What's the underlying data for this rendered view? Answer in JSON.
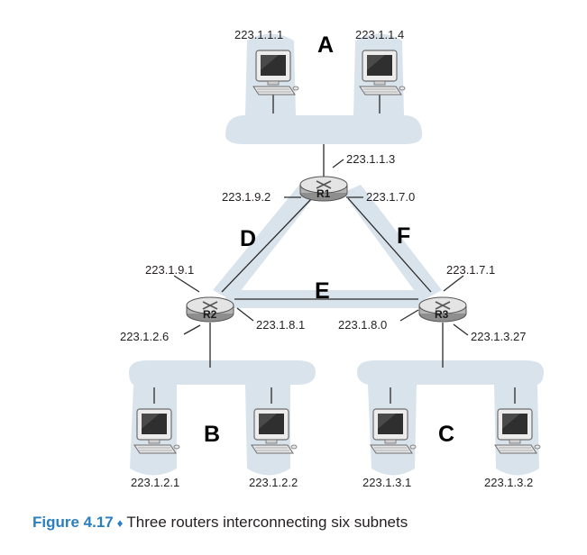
{
  "subnets": {
    "A": {
      "label": "A",
      "hosts": [
        "223.1.1.1",
        "223.1.1.4"
      ],
      "router_if": "223.1.1.3"
    },
    "B": {
      "label": "B",
      "hosts": [
        "223.1.2.1",
        "223.1.2.2"
      ],
      "router_if": "223.1.2.6"
    },
    "C": {
      "label": "C",
      "hosts": [
        "223.1.3.1",
        "223.1.3.2"
      ],
      "router_if": "223.1.3.27"
    },
    "D": {
      "label": "D",
      "if_r1": "223.1.9.2",
      "if_r2": "223.1.9.1"
    },
    "E": {
      "label": "E",
      "if_r2": "223.1.8.1",
      "if_r3": "223.1.8.0"
    },
    "F": {
      "label": "F",
      "if_r1": "223.1.7.0",
      "if_r3": "223.1.7.1"
    }
  },
  "routers": {
    "r1": "R1",
    "r2": "R2",
    "r3": "R3"
  },
  "caption": {
    "figure": "Figure 4.17",
    "separator": "♦",
    "text": "Three routers interconnecting six subnets"
  },
  "colors": {
    "subnet_shading": "#d9e3ec",
    "caption_accent": "#2a7fc1"
  }
}
